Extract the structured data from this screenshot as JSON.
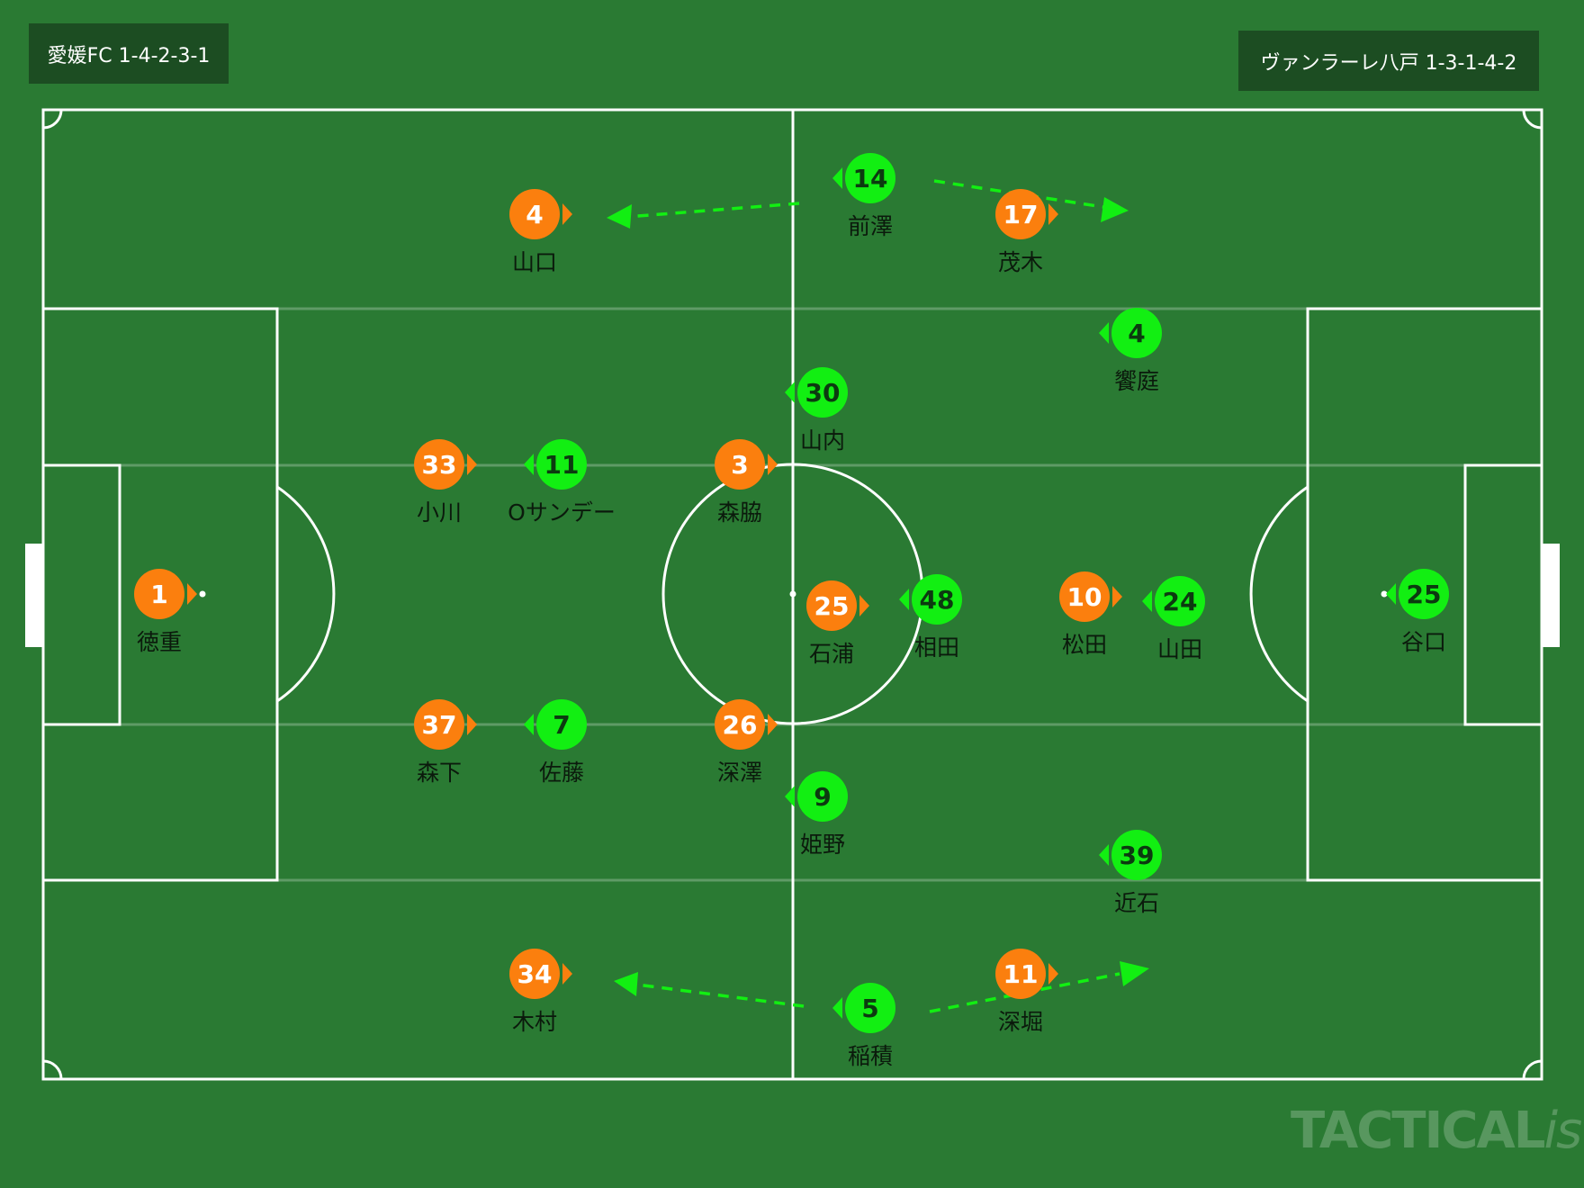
{
  "teams": {
    "home": {
      "label": "愛媛FC 1-4-2-3-1",
      "color": "#fb7f0e"
    },
    "away": {
      "label": "ヴァンラーレ八戸 1-3-1-4-2",
      "color": "#12ef12"
    }
  },
  "players": {
    "home": [
      {
        "number": "1",
        "name": "徳重"
      },
      {
        "number": "4",
        "name": "山口"
      },
      {
        "number": "33",
        "name": "小川"
      },
      {
        "number": "37",
        "name": "森下"
      },
      {
        "number": "34",
        "name": "木村"
      },
      {
        "number": "3",
        "name": "森脇"
      },
      {
        "number": "26",
        "name": "深澤"
      },
      {
        "number": "25",
        "name": "石浦"
      },
      {
        "number": "17",
        "name": "茂木"
      },
      {
        "number": "10",
        "name": "松田"
      },
      {
        "number": "11",
        "name": "深堀"
      }
    ],
    "away": [
      {
        "number": "14",
        "name": "前澤"
      },
      {
        "number": "11",
        "name": "Oサンデー"
      },
      {
        "number": "7",
        "name": "佐藤"
      },
      {
        "number": "5",
        "name": "稲積"
      },
      {
        "number": "30",
        "name": "山内"
      },
      {
        "number": "9",
        "name": "姫野"
      },
      {
        "number": "48",
        "name": "相田"
      },
      {
        "number": "4",
        "name": "饗庭"
      },
      {
        "number": "24",
        "name": "山田"
      },
      {
        "number": "39",
        "name": "近石"
      },
      {
        "number": "25",
        "name": "谷口"
      }
    ]
  },
  "watermark": {
    "main": "TACTICAL",
    "italic": "ista"
  },
  "pitch_colors": {
    "grass": "#2a7a33",
    "lines": "#ffffff",
    "arrows": "#12ef12"
  }
}
